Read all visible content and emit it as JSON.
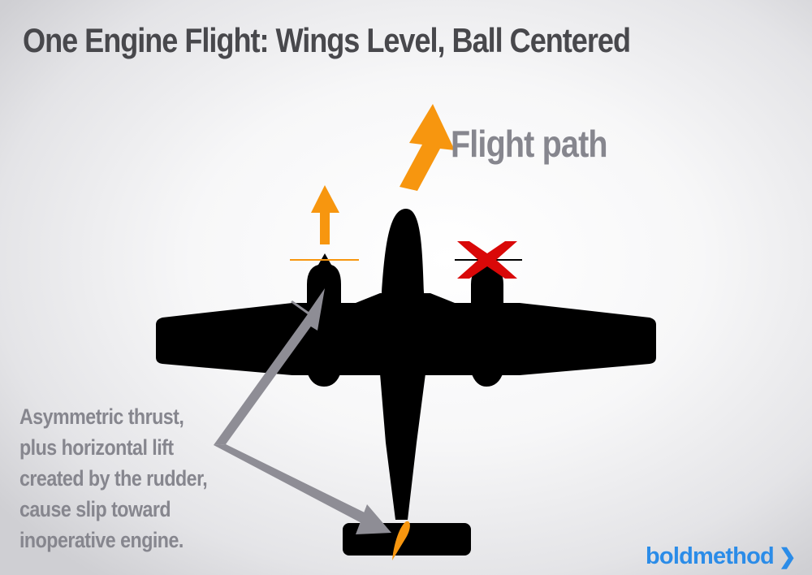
{
  "title": "One Engine Flight: Wings Level, Ball Centered",
  "labels": {
    "flight_path": "Flight path"
  },
  "caption": {
    "lines": [
      "Asymmetric thrust,",
      "plus horizontal lift",
      "created by the rudder,",
      "cause slip toward",
      "inoperative engine."
    ]
  },
  "brand": {
    "name": "boldmethod",
    "chevron": "❯"
  },
  "colors": {
    "airplane": "#000000",
    "thrust_arrow": "#f7960f",
    "inoperative_x": "#d90808",
    "force_arrow": "#8e8d95",
    "title_text": "#48484c",
    "label_text": "#86868e",
    "brand": "#2b8ce8"
  },
  "icons": {
    "flight_path_arrow": "arrow-up-right-icon",
    "thrust_arrow": "arrow-up-icon",
    "inoperative_engine": "x-mark-icon",
    "force_arrow": "bent-arrow-icon"
  }
}
